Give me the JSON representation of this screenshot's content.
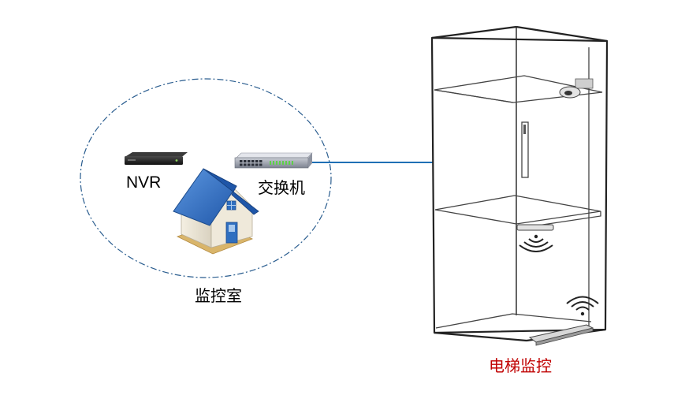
{
  "diagram": {
    "labels": {
      "nvr": "NVR",
      "switch": "交换机",
      "monitoring_room": "监控室",
      "elevator_monitoring": "电梯监控"
    },
    "colors": {
      "link_line": "#1f6fb5",
      "dashed_boundary": "#2a5d8f",
      "roof": "#2f6fc0",
      "elevator_label": "#c00000",
      "outline": "#222222"
    }
  }
}
